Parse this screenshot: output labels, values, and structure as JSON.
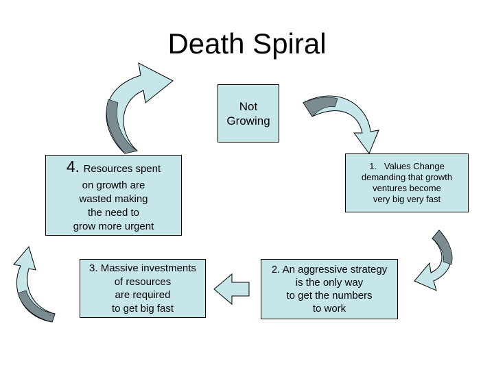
{
  "title": "Death Spiral",
  "nodes": {
    "not_growing": [
      "Not",
      "Growing"
    ],
    "values_change": [
      "1.   Values Change",
      "demanding that growth",
      "ventures become",
      "very big very fast"
    ],
    "strategy": [
      "2. An aggressive strategy",
      "is the only way",
      "to get the numbers",
      "to work"
    ],
    "investments": [
      "3. Massive investments",
      "of resources",
      "are required",
      "to get big fast"
    ],
    "resources": {
      "number": "4.",
      "first": "Resources spent",
      "rest": [
        "on growth are",
        "wasted making",
        "the need to",
        "grow more urgent"
      ]
    }
  },
  "colors": {
    "box_fill": "#c6e6ea",
    "arrow_fill": "#c6e6ea",
    "arrow_shade": "#7a8c90"
  }
}
